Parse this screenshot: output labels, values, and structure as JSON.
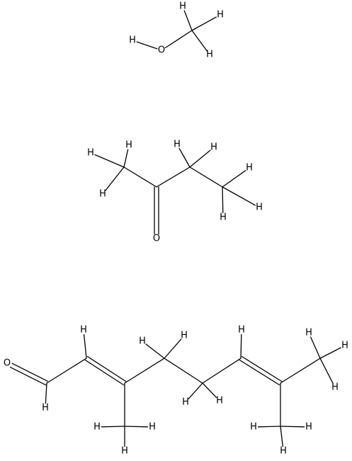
{
  "diagram": {
    "structures": [
      {
        "id": "methanol",
        "atoms": [
          {
            "id": "H1",
            "label": "H"
          },
          {
            "id": "O1",
            "label": "O"
          },
          {
            "id": "C1",
            "label": ""
          },
          {
            "id": "H2",
            "label": "H"
          },
          {
            "id": "H3",
            "label": "H"
          },
          {
            "id": "H4",
            "label": "H"
          }
        ],
        "bonds": [
          {
            "from": "H1",
            "to": "O1",
            "order": 1
          },
          {
            "from": "O1",
            "to": "C1",
            "order": 1
          },
          {
            "from": "C1",
            "to": "H2",
            "order": 1
          },
          {
            "from": "C1",
            "to": "H3",
            "order": 1
          },
          {
            "from": "C1",
            "to": "H4",
            "order": 1
          }
        ]
      },
      {
        "id": "butanone",
        "atoms": [
          {
            "id": "Ca",
            "label": ""
          },
          {
            "id": "Cb",
            "label": ""
          },
          {
            "id": "Cc",
            "label": ""
          },
          {
            "id": "Cd",
            "label": ""
          },
          {
            "id": "O2",
            "label": "O"
          },
          {
            "id": "Ha1",
            "label": "H"
          },
          {
            "id": "Ha2",
            "label": "H"
          },
          {
            "id": "Ha3",
            "label": "H"
          },
          {
            "id": "Hc1",
            "label": "H"
          },
          {
            "id": "Hc2",
            "label": "H"
          },
          {
            "id": "Hd1",
            "label": "H"
          },
          {
            "id": "Hd2",
            "label": "H"
          },
          {
            "id": "Hd3",
            "label": "H"
          }
        ],
        "bonds": [
          {
            "from": "Ca",
            "to": "Cb",
            "order": 1
          },
          {
            "from": "Cb",
            "to": "Cc",
            "order": 1
          },
          {
            "from": "Cc",
            "to": "Cd",
            "order": 1
          },
          {
            "from": "Cb",
            "to": "O2",
            "order": 2
          },
          {
            "from": "Ca",
            "to": "Ha1",
            "order": 1
          },
          {
            "from": "Ca",
            "to": "Ha2",
            "order": 1
          },
          {
            "from": "Ca",
            "to": "Ha3",
            "order": 1
          },
          {
            "from": "Cc",
            "to": "Hc1",
            "order": 1
          },
          {
            "from": "Cc",
            "to": "Hc2",
            "order": 1
          },
          {
            "from": "Cd",
            "to": "Hd1",
            "order": 1
          },
          {
            "from": "Cd",
            "to": "Hd2",
            "order": 1
          },
          {
            "from": "Cd",
            "to": "Hd3",
            "order": 1
          }
        ]
      },
      {
        "id": "citral",
        "atoms": [
          {
            "id": "O3",
            "label": "O"
          },
          {
            "id": "C1",
            "label": ""
          },
          {
            "id": "C2",
            "label": ""
          },
          {
            "id": "C3",
            "label": ""
          },
          {
            "id": "C4",
            "label": ""
          },
          {
            "id": "C5",
            "label": ""
          },
          {
            "id": "C6",
            "label": ""
          },
          {
            "id": "C7",
            "label": ""
          },
          {
            "id": "C8",
            "label": ""
          },
          {
            "id": "C9",
            "label": ""
          },
          {
            "id": "C10",
            "label": ""
          },
          {
            "id": "H1",
            "label": "H"
          },
          {
            "id": "H2",
            "label": "H"
          },
          {
            "id": "H4a",
            "label": "H"
          },
          {
            "id": "H4b",
            "label": "H"
          },
          {
            "id": "H5a",
            "label": "H"
          },
          {
            "id": "H5b",
            "label": "H"
          },
          {
            "id": "H6",
            "label": "H"
          },
          {
            "id": "H8a",
            "label": "H"
          },
          {
            "id": "H8b",
            "label": "H"
          },
          {
            "id": "H8c",
            "label": "H"
          },
          {
            "id": "H9a",
            "label": "H"
          },
          {
            "id": "H9b",
            "label": "H"
          },
          {
            "id": "H9c",
            "label": "H"
          },
          {
            "id": "H10a",
            "label": "H"
          },
          {
            "id": "H10b",
            "label": "H"
          },
          {
            "id": "H10c",
            "label": "H"
          }
        ],
        "bonds": [
          {
            "from": "O3",
            "to": "C1",
            "order": 2
          },
          {
            "from": "C1",
            "to": "C2",
            "order": 1
          },
          {
            "from": "C2",
            "to": "C3",
            "order": 2
          },
          {
            "from": "C3",
            "to": "C4",
            "order": 1
          },
          {
            "from": "C4",
            "to": "C5",
            "order": 1
          },
          {
            "from": "C5",
            "to": "C6",
            "order": 1
          },
          {
            "from": "C6",
            "to": "C7",
            "order": 2
          },
          {
            "from": "C7",
            "to": "C8",
            "order": 1
          },
          {
            "from": "C7",
            "to": "C9",
            "order": 1
          },
          {
            "from": "C3",
            "to": "C10",
            "order": 1
          },
          {
            "from": "C1",
            "to": "H1",
            "order": 1
          },
          {
            "from": "C2",
            "to": "H2",
            "order": 1
          },
          {
            "from": "C4",
            "to": "H4a",
            "order": 1
          },
          {
            "from": "C4",
            "to": "H4b",
            "order": 1
          },
          {
            "from": "C5",
            "to": "H5a",
            "order": 1
          },
          {
            "from": "C5",
            "to": "H5b",
            "order": 1
          },
          {
            "from": "C6",
            "to": "H6",
            "order": 1
          },
          {
            "from": "C8",
            "to": "H8a",
            "order": 1
          },
          {
            "from": "C8",
            "to": "H8b",
            "order": 1
          },
          {
            "from": "C8",
            "to": "H8c",
            "order": 1
          },
          {
            "from": "C9",
            "to": "H9a",
            "order": 1
          },
          {
            "from": "C9",
            "to": "H9b",
            "order": 1
          },
          {
            "from": "C9",
            "to": "H9c",
            "order": 1
          },
          {
            "from": "C10",
            "to": "H10a",
            "order": 1
          },
          {
            "from": "C10",
            "to": "H10b",
            "order": 1
          },
          {
            "from": "C10",
            "to": "H10c",
            "order": 1
          }
        ]
      }
    ]
  }
}
